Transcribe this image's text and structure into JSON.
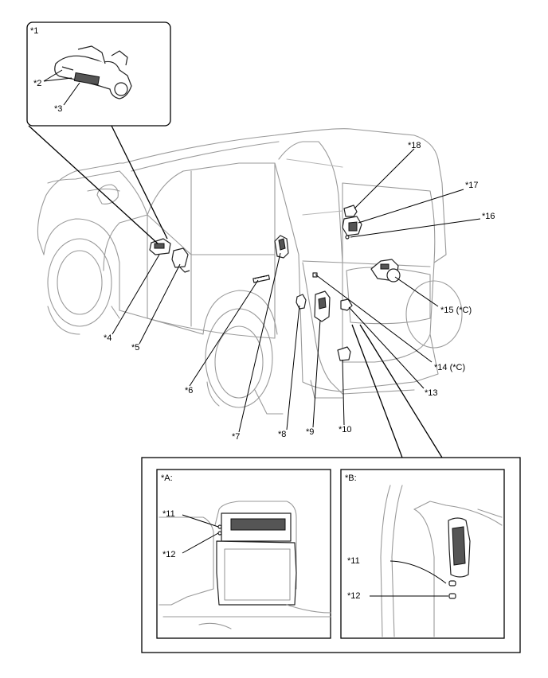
{
  "labels": {
    "l1": "*1",
    "l2": "*2",
    "l3": "*3",
    "l4": "*4",
    "l5": "*5",
    "l6": "*6",
    "l7": "*7",
    "l8": "*8",
    "l9": "*9",
    "l10": "*10",
    "l11a": "*11",
    "l12a": "*12",
    "l11b": "*11",
    "l12b": "*12",
    "l13": "*13",
    "l14": "*14 (*C)",
    "l15": "*15 (*C)",
    "l16": "*16",
    "l17": "*17",
    "l18": "*18",
    "viewA": "*A:",
    "viewB": "*B:"
  }
}
